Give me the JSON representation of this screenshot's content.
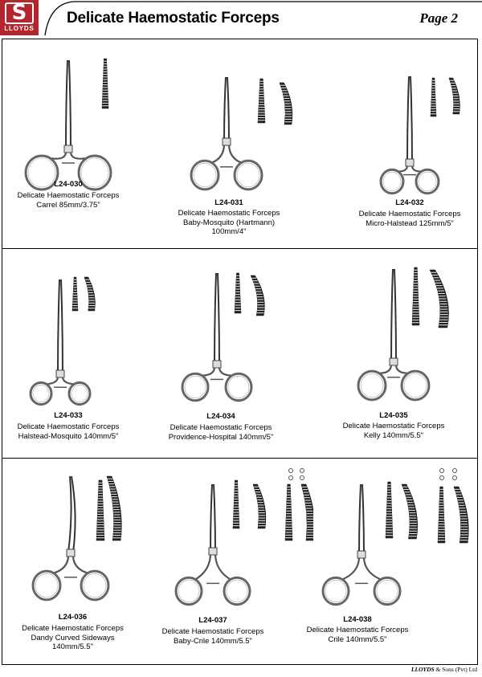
{
  "header": {
    "brand": "LLOYDS",
    "title": "Delicate Haemostatic Forceps",
    "page": "Page 2"
  },
  "products": [
    {
      "code": "L24-030",
      "lines": [
        "Delicate Haemostatic Forceps",
        "Carrel 85mm/3.75\""
      ]
    },
    {
      "code": "L24-031",
      "lines": [
        "Delicate Haemostatic Forceps",
        "Baby-Mosquito (Hartmann)",
        "100mm/4\""
      ]
    },
    {
      "code": "L24-032",
      "lines": [
        "Delicate Haemostatic Forceps",
        "Micro-Halstead 125mm/5\""
      ]
    },
    {
      "code": "L24-033",
      "lines": [
        "Delicate Haemostatic Forceps",
        "Halstead-Mosquito 140mm/5\""
      ]
    },
    {
      "code": "L24-034",
      "lines": [
        "Delicate Haemostatic Forceps",
        "Providence-Hospital 140mm/5\""
      ]
    },
    {
      "code": "L24-035",
      "lines": [
        "Delicate Haemostatic Forceps",
        "Kelly 140mm/5.5\""
      ]
    },
    {
      "code": "L24-036",
      "lines": [
        "Delicate Haemostatic Forceps",
        "Dandy Curved Sideways",
        "140mm/5.5\""
      ]
    },
    {
      "code": "L24-037",
      "lines": [
        "Delicate Haemostatic Forceps",
        "Baby-Crile 140mm/5.5\""
      ]
    },
    {
      "code": "L24-038",
      "lines": [
        "Delicate Haemostatic Forceps",
        "Crile 140mm/5.5\""
      ]
    }
  ],
  "footer": {
    "brand": "LLOYDS",
    "rest": "& Sons (Pvt) Ltd"
  }
}
